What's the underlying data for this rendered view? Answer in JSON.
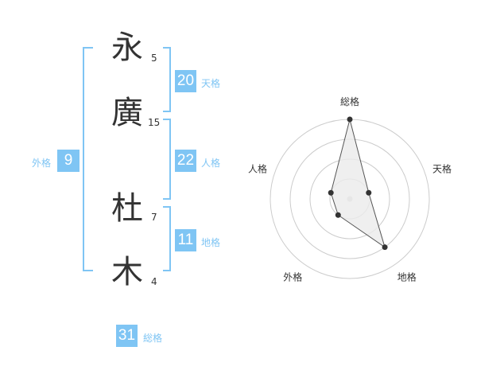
{
  "name_chars": [
    {
      "char": "永",
      "strokes": "5"
    },
    {
      "char": "廣",
      "strokes": "15"
    },
    {
      "char": "杜",
      "strokes": "7"
    },
    {
      "char": "木",
      "strokes": "4"
    }
  ],
  "kakusu": {
    "tenkaku": {
      "value": "20",
      "label": "天格"
    },
    "jinkaku": {
      "value": "22",
      "label": "人格"
    },
    "chikaku": {
      "value": "11",
      "label": "地格"
    },
    "gaikaku": {
      "value": "9",
      "label": "外格"
    },
    "soukaku": {
      "value": "31",
      "label": "総格"
    }
  },
  "colors": {
    "accent": "#7fc5f4",
    "text": "#333333",
    "ring": "#cccccc",
    "polygon_fill": "#ebebeb",
    "point": "#333333"
  },
  "chart_data": {
    "type": "radar",
    "axes": [
      "総格",
      "天格",
      "地格",
      "外格",
      "人格"
    ],
    "values": [
      4,
      1,
      3,
      1,
      1
    ],
    "max": 4
  }
}
